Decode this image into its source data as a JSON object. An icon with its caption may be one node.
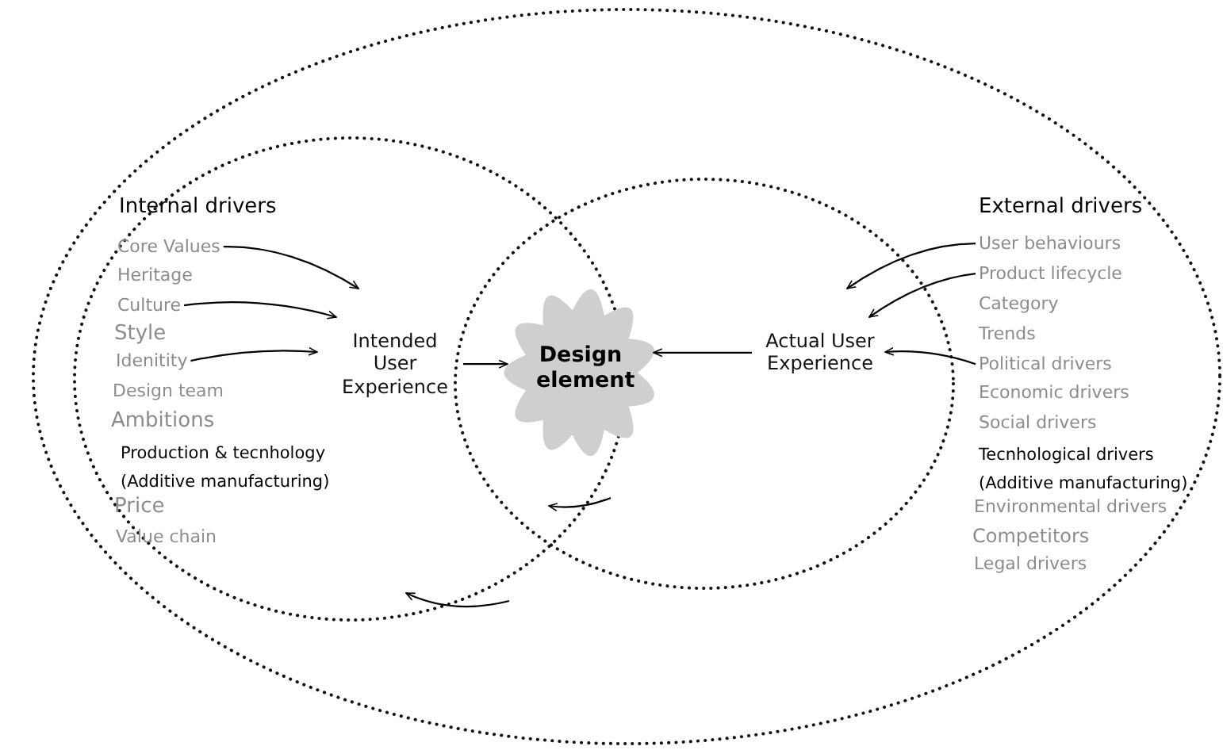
{
  "diagram": {
    "nodes": [
      {
        "text": [
          "External drivers"
        ]
      },
      {
        "text": [
          "Internal drivers"
        ],
        "in": 0
      },
      {
        "text": [],
        "shape": "ellipse",
        "in": 0
      },
      {
        "text": [
          "Design element"
        ],
        "in": 2
      },
      {
        "text": [
          "Intended User Experience"
        ],
        "in": 1
      },
      {
        "text": [
          "Actual User Experience"
        ],
        "in": 2
      },
      {
        "text": [
          "Core Values"
        ],
        "in": 1
      },
      {
        "text": [
          "Culture"
        ],
        "in": 1
      },
      {
        "text": [
          "Idenitity"
        ],
        "in": 1
      },
      {
        "text": [
          "User behaviours"
        ],
        "in": 0
      },
      {
        "text": [
          "Product lifecycle"
        ],
        "in": 0
      },
      {
        "text": [
          "Political drivers"
        ],
        "in": 0
      }
    ],
    "edges": [
      {
        "from": 6,
        "to": 4,
        "arrow": "to"
      },
      {
        "from": 7,
        "to": 4,
        "arrow": "to"
      },
      {
        "from": 8,
        "to": 4,
        "arrow": "to"
      },
      {
        "from": 9,
        "to": 5,
        "arrow": "to"
      },
      {
        "from": 10,
        "to": 5,
        "arrow": "to"
      },
      {
        "from": 11,
        "to": 5,
        "arrow": "to"
      },
      {
        "from": 4,
        "to": 3,
        "arrow": "to"
      },
      {
        "from": 5,
        "to": 3,
        "arrow": "to"
      }
    ],
    "labels": [
      "Heritage",
      "Style",
      "Design team",
      "Ambitions",
      "Production & tecnhology (Additive manufacturing)",
      "Price",
      "Value chain",
      "Category",
      "Trends",
      "Economic drivers",
      "Social drivers",
      "Tecnhological drivers (Additive manufacturing)",
      "Environmental drivers",
      "Competitors",
      "Legal drivers"
    ]
  }
}
